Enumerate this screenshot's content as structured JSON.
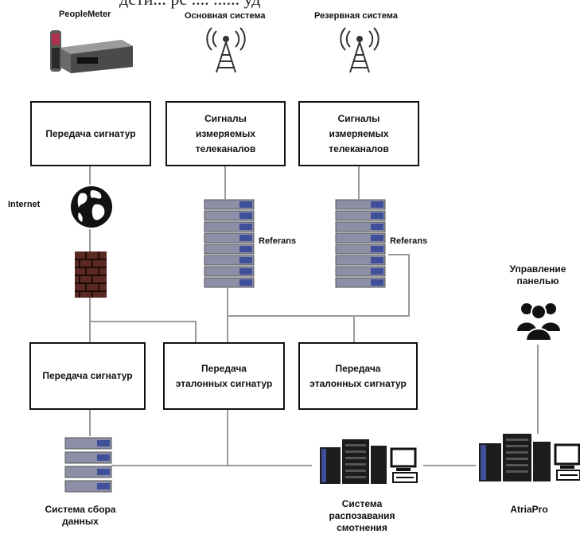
{
  "top_partial_text": "дсти... рс ....  ...... уд",
  "labels": {
    "peoplemeter": "PeopleMeter",
    "main_system": "Основная система",
    "backup_system": "Резервная система",
    "internet": "Internet",
    "referans_left": "Referans",
    "referans_right": "Referans",
    "panel_control_line1": "Управление",
    "panel_control_line2": "панелью",
    "collection_line1": "Система сбора",
    "collection_line2": "данных",
    "recognition_line1": "Система",
    "recognition_line2": "распозавания",
    "recognition_line3": "смотнения",
    "atriapro": "AtriaPro"
  },
  "boxes": {
    "signature_top": "Передача сигнатур",
    "channels_main_line1": "Сигналы",
    "channels_main_line2": "измеряемых",
    "channels_main_line3": "телеканалов",
    "channels_backup_line1": "Сигналы",
    "channels_backup_line2": "измеряемых",
    "channels_backup_line3": "телеканалов",
    "signature_bottom": "Передача сигнатур",
    "reference_mid_line1": "Передача",
    "reference_mid_line2": "эталонных сигнатур",
    "reference_right_line1": "Передача",
    "reference_right_line2": "эталонных сигнатур"
  },
  "colors": {
    "line": "#9a9a9a",
    "box_border": "#111111",
    "server_body": "#8c8fa6",
    "server_accent": "#3f4f9a",
    "building": "#1c1c1c"
  }
}
